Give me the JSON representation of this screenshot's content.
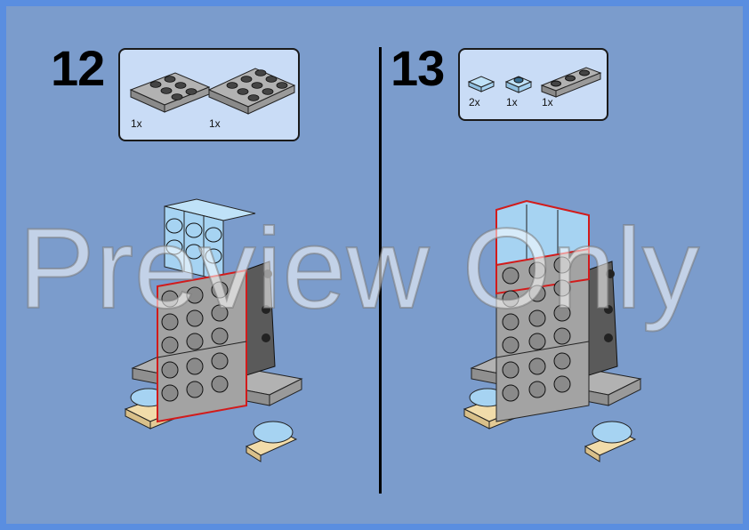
{
  "steps": [
    {
      "number": "12",
      "parts": [
        {
          "qty": "1x",
          "part": "plate-2x3-gray"
        },
        {
          "qty": "1x",
          "part": "plate-2x4-gray"
        }
      ]
    },
    {
      "number": "13",
      "parts": [
        {
          "qty": "2x",
          "part": "tile-1x1-light-blue"
        },
        {
          "qty": "1x",
          "part": "plate-1x1-light-blue"
        },
        {
          "qty": "1x",
          "part": "plate-1x3-gray"
        }
      ]
    }
  ],
  "watermark": "Preview Only",
  "colors": {
    "background": "#7b9ccc",
    "border": "#5a8ee0",
    "parts_box": "#c9dcf6",
    "gray_brick": "#a3a3a3",
    "light_blue": "#a6d3f2",
    "tan": "#f1dcaa",
    "highlight": "#d21b1b"
  }
}
